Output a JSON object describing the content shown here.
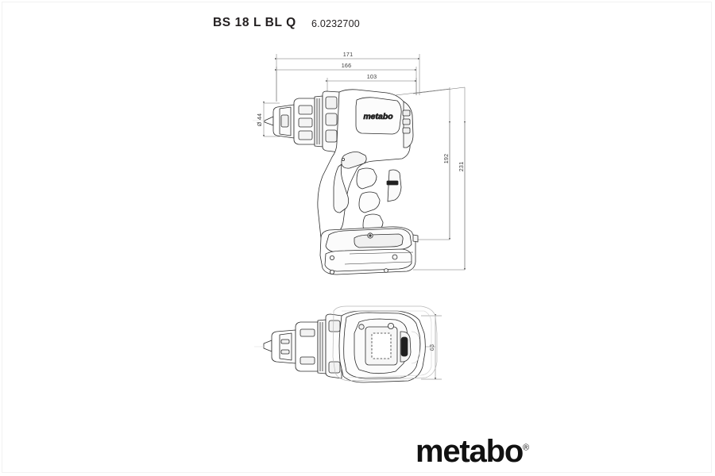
{
  "document": {
    "type": "technical-dimension-drawing",
    "title_model": "BS 18 L BL Q",
    "article_number": "6.0232700",
    "brand": "metabo",
    "brand_trademark": "®",
    "body_label": "metabo"
  },
  "dimensions": {
    "horizontal": [
      {
        "label": "171",
        "value": 171,
        "unit": "mm",
        "view": "side"
      },
      {
        "label": "166",
        "value": 166,
        "unit": "mm",
        "view": "side"
      },
      {
        "label": "103",
        "value": 103,
        "unit": "mm",
        "view": "side"
      }
    ],
    "vertical": [
      {
        "label": "192",
        "value": 192,
        "unit": "mm",
        "view": "side"
      },
      {
        "label": "231",
        "value": 231,
        "unit": "mm",
        "view": "side"
      },
      {
        "label": "Ø 44",
        "value": 44,
        "unit": "mm",
        "view": "side",
        "note": "chuck diameter"
      },
      {
        "label": "63",
        "value": 63,
        "unit": "mm",
        "view": "top"
      }
    ]
  },
  "views": [
    {
      "name": "side-view",
      "subject": "cordless-drill-driver"
    },
    {
      "name": "top-view",
      "subject": "cordless-drill-driver"
    }
  ]
}
